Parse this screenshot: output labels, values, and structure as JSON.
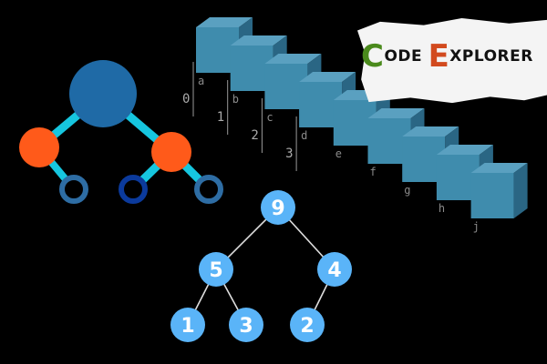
{
  "logo": {
    "first_initial": "C",
    "first_rest": "ODE",
    "second_initial": "E",
    "second_rest": "XPLORER"
  },
  "binary_tree_icon": {
    "root_color": "#1f6aa6",
    "child_color": "#ff5a1a",
    "edge_color": "#16c6df",
    "leaf_ring_color": "#2e6da4",
    "highlight_leaf_color": "#0b3a9c"
  },
  "array_diagram": {
    "cell_front_color": "#3f8cad",
    "cell_top_color": "#5aa0c0",
    "cell_side_color": "#2a6684",
    "indices": [
      "0",
      "1",
      "2",
      "3"
    ],
    "letters": [
      "a",
      "b",
      "c",
      "d",
      "e",
      "f",
      "g",
      "h",
      "j"
    ]
  },
  "heap": {
    "node_color": "#5ab4f8",
    "edge_color": "#dddddd",
    "nodes": [
      {
        "id": "n9",
        "label": "9"
      },
      {
        "id": "n5",
        "label": "5"
      },
      {
        "id": "n4",
        "label": "4"
      },
      {
        "id": "n1",
        "label": "1"
      },
      {
        "id": "n3",
        "label": "3"
      },
      {
        "id": "n2",
        "label": "2"
      }
    ],
    "edges": [
      [
        "n9",
        "n5"
      ],
      [
        "n9",
        "n4"
      ],
      [
        "n5",
        "n1"
      ],
      [
        "n5",
        "n3"
      ],
      [
        "n4",
        "n2"
      ]
    ]
  }
}
